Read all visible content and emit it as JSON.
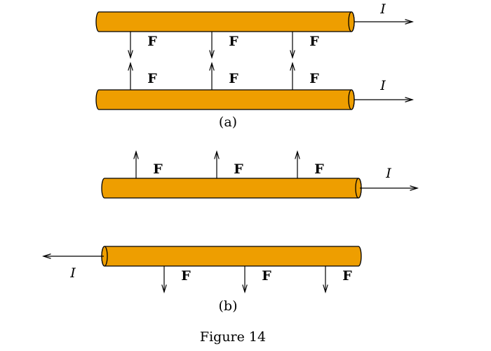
{
  "force_label": "F",
  "current_label": "I",
  "part_a_label": "(a)",
  "part_b_label": "(b)",
  "caption": "Figure 14",
  "wire_color": "#EE9E00"
}
